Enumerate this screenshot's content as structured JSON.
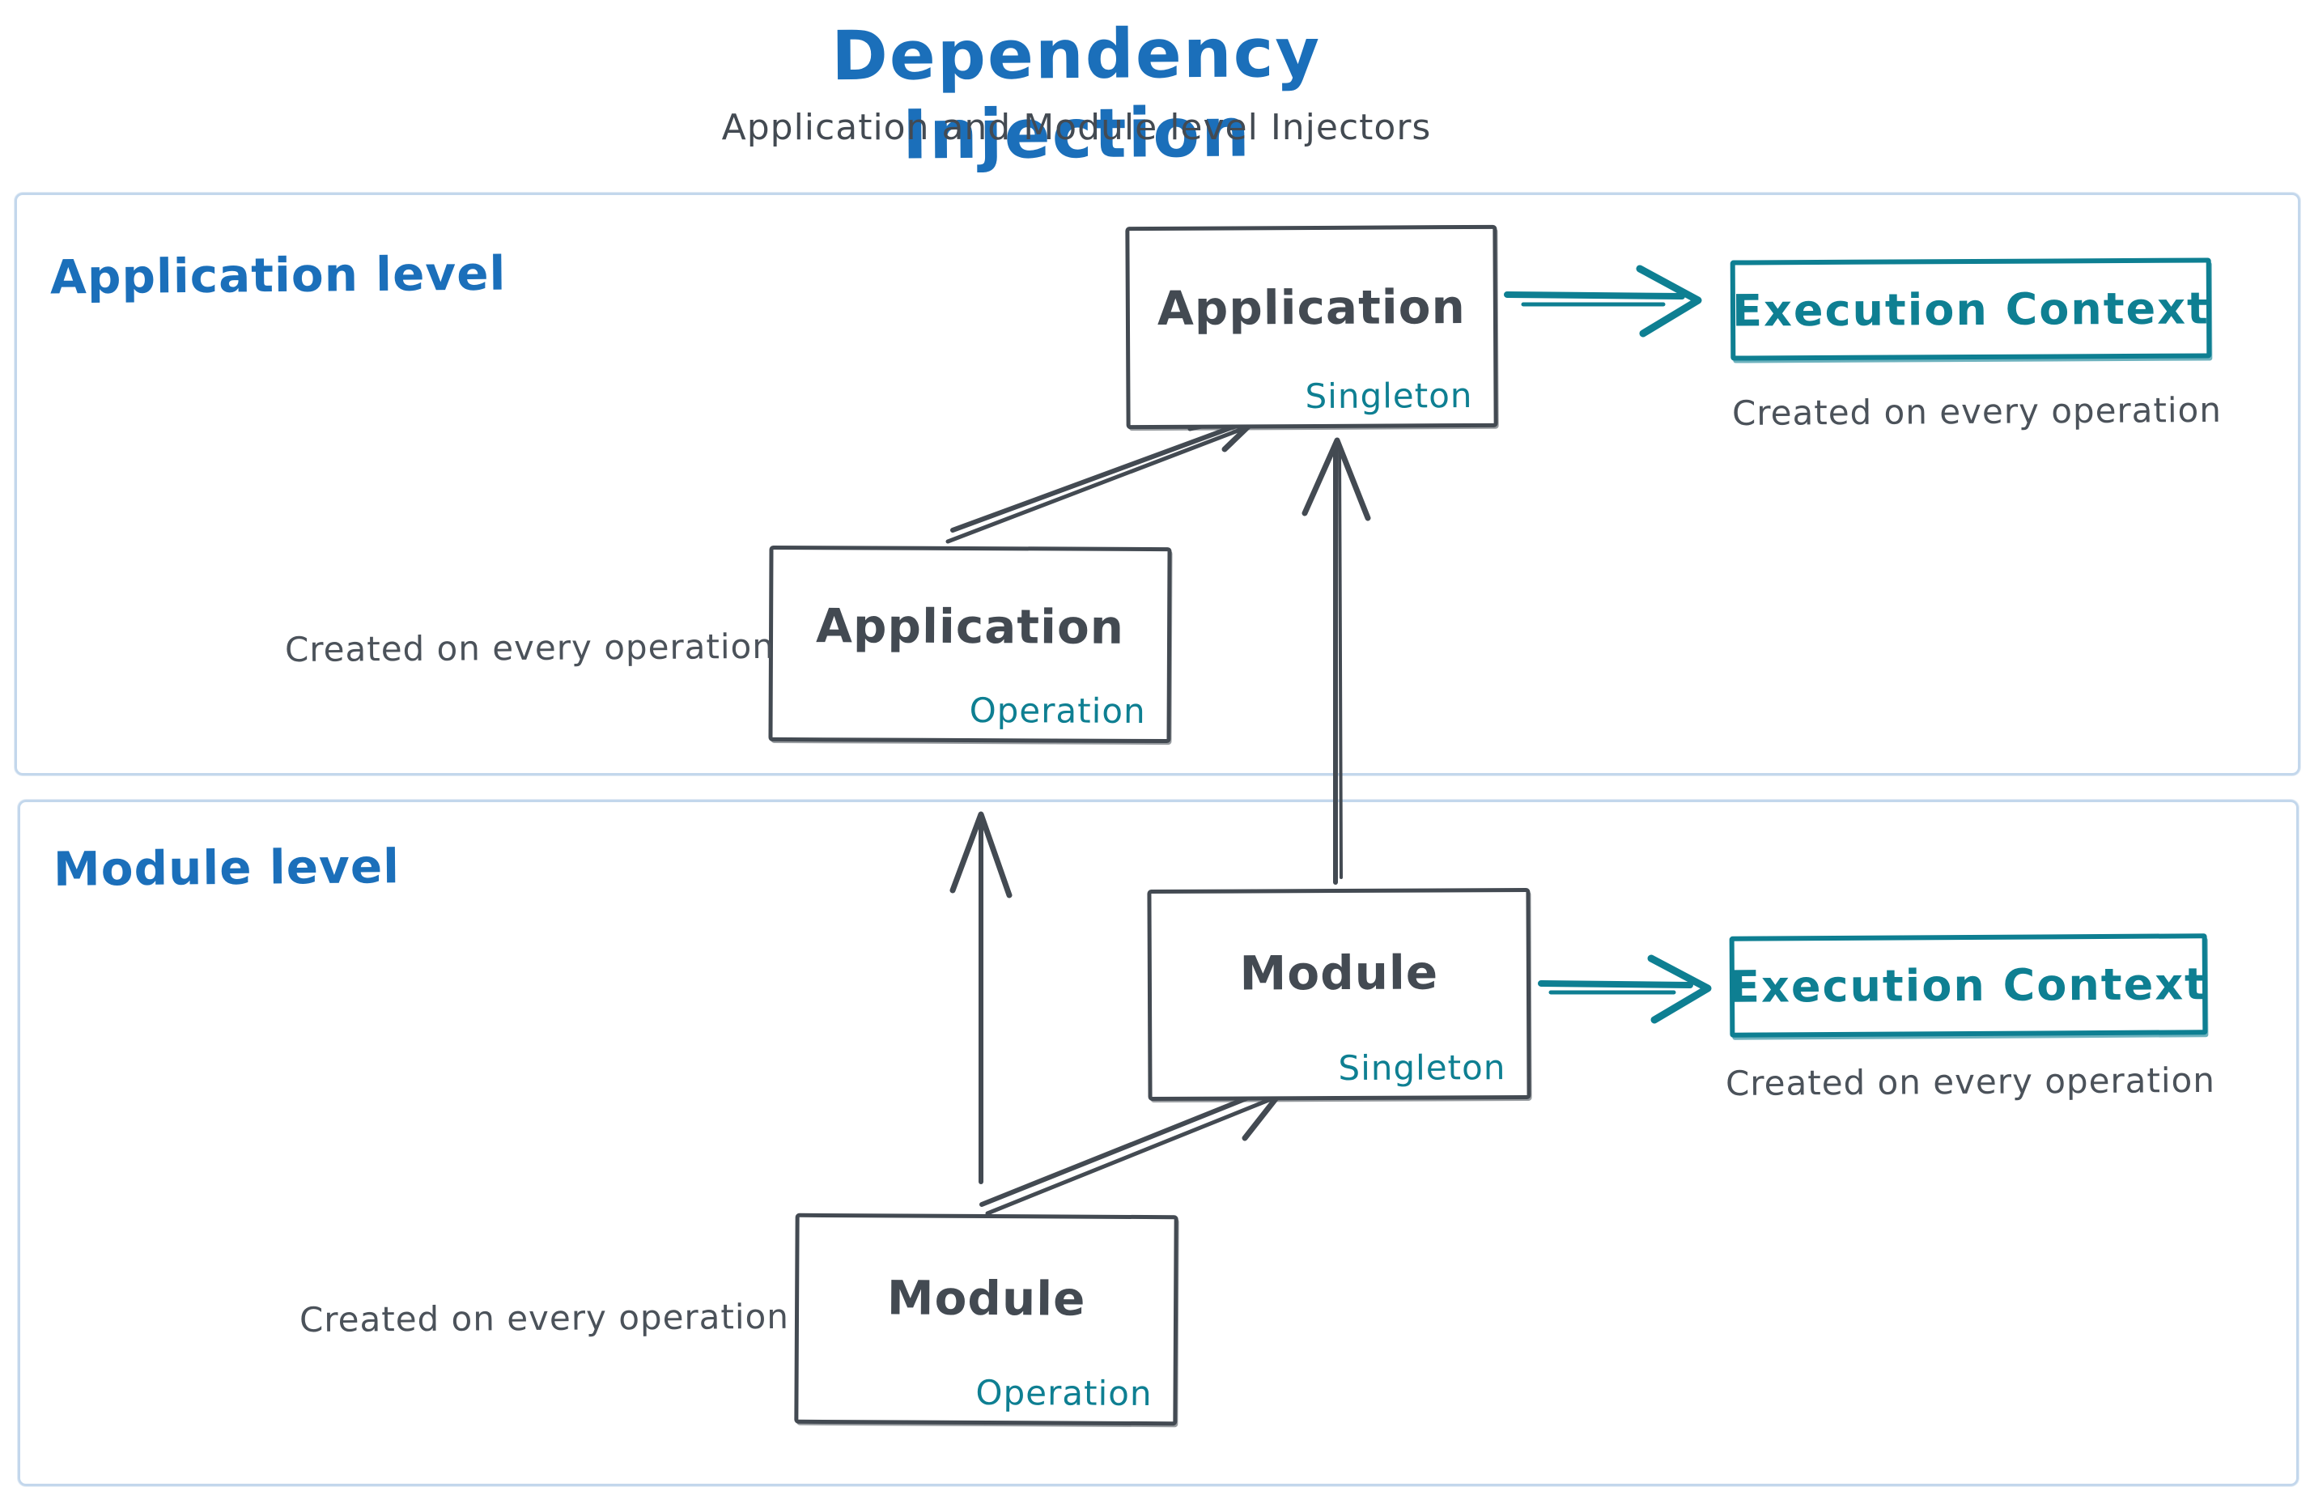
{
  "title": "Dependency Injection",
  "subtitle": "Application and Module level Injectors",
  "colors": {
    "blue": "#1b6fba",
    "teal": "#0e7f92",
    "ink": "#434a52",
    "region_border": "#c3d7ec",
    "background": "#ffffff"
  },
  "regions": {
    "application": {
      "label": "Application level"
    },
    "module": {
      "label": "Module level"
    }
  },
  "nodes": {
    "app_singleton": {
      "title": "Application",
      "tag": "Singleton"
    },
    "app_operation": {
      "title": "Application",
      "tag": "Operation"
    },
    "module_singleton": {
      "title": "Module",
      "tag": "Singleton"
    },
    "module_operation": {
      "title": "Module",
      "tag": "Operation"
    },
    "exec_context_app": {
      "title": "Execution Context",
      "caption": "Created on every operation"
    },
    "exec_context_module": {
      "title": "Execution Context",
      "caption": "Created on every operation"
    }
  },
  "captions": {
    "app_operation": "Created on every operation",
    "module_operation": "Created on every operation"
  },
  "edges": [
    {
      "from": "app_operation",
      "to": "app_singleton"
    },
    {
      "from": "module_singleton",
      "to": "app_singleton"
    },
    {
      "from": "module_operation",
      "to": "app_operation"
    },
    {
      "from": "module_operation",
      "to": "module_singleton"
    },
    {
      "from": "app_singleton",
      "to": "exec_context_app"
    },
    {
      "from": "module_singleton",
      "to": "exec_context_module"
    }
  ]
}
